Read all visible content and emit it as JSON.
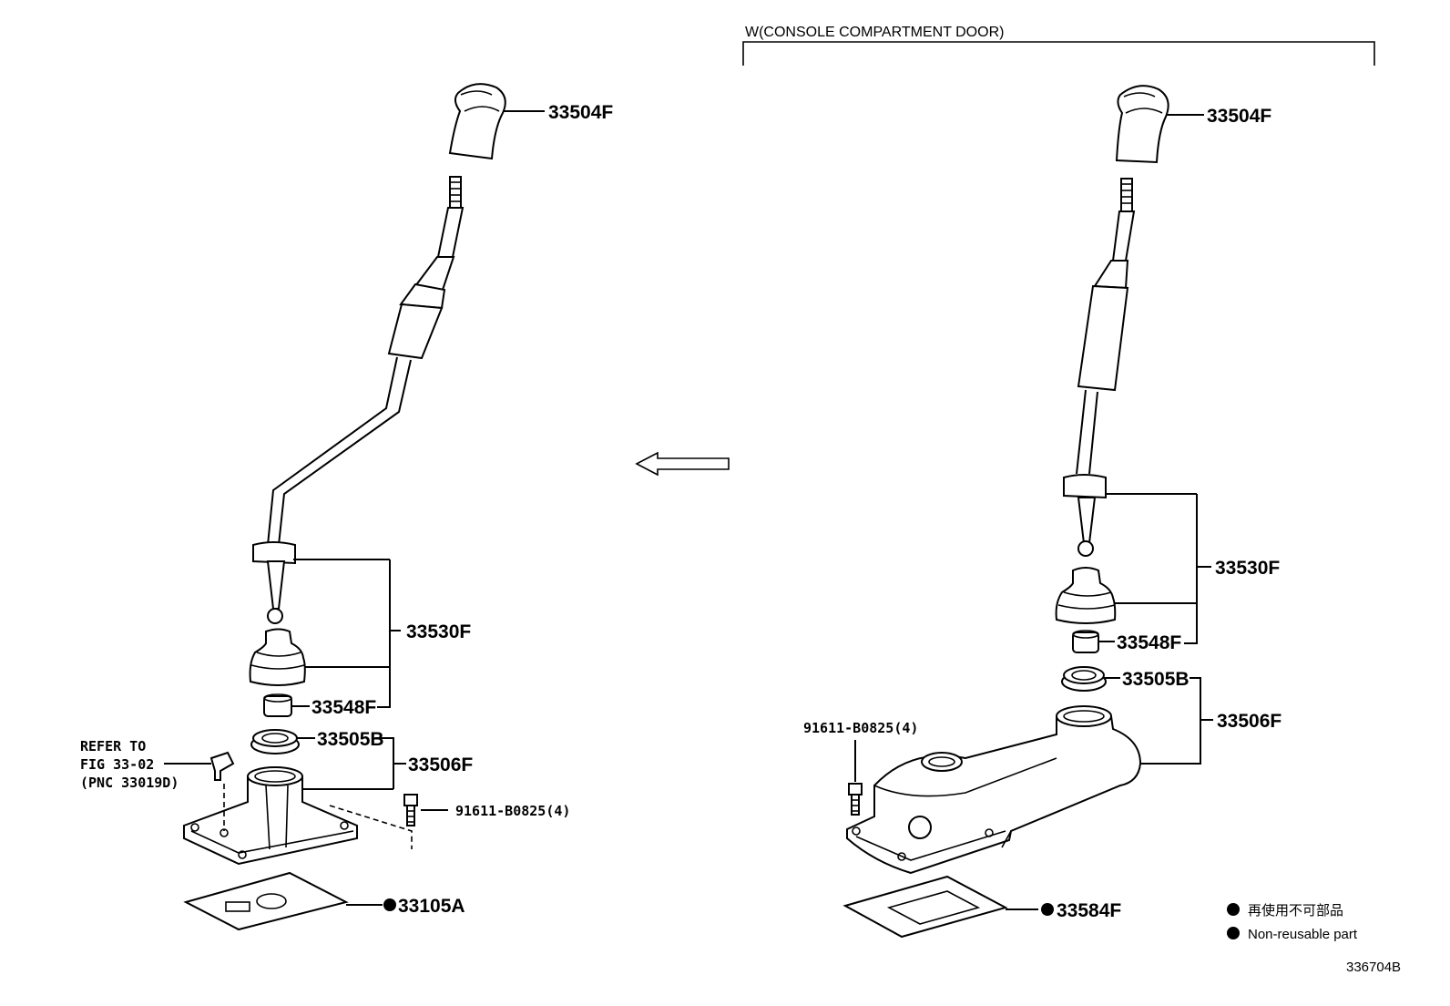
{
  "header": {
    "variant_label": "W(CONSOLE COMPARTMENT DOOR)"
  },
  "left_assembly": {
    "labels": {
      "knob": "33504F",
      "lever": "33530F",
      "bushing": "33548F",
      "seat": "33505B",
      "housing": "33506F",
      "bolt": "91611-B0825(4)",
      "gasket": "33105A"
    },
    "reference_note": [
      "REFER TO",
      "FIG 33-02",
      "(PNC 33019D)"
    ]
  },
  "right_assembly": {
    "labels": {
      "knob": "33504F",
      "lever": "33530F",
      "bushing": "33548F",
      "seat": "33505B",
      "housing": "33506F",
      "bolt": "91611-B0825(4)",
      "gasket": "33584F"
    }
  },
  "legend": {
    "items": [
      "再使用不可部品",
      "Non-reusable part"
    ]
  },
  "diagram_id": "336704B",
  "icons": [
    "arrow-left-icon",
    "non-reusable-dot-icon"
  ]
}
